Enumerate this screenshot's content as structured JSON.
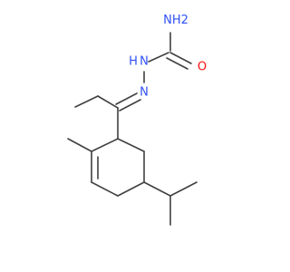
{
  "molecule": {
    "atoms": {
      "nh2": "NH2",
      "nh": "H",
      "n_upper": "N",
      "n_lower": "N",
      "o": "O"
    },
    "colors": {
      "bond": "#404040",
      "nitrogen": "#3050F8",
      "oxygen": "#FF0D0D",
      "background": "#ffffff"
    }
  }
}
